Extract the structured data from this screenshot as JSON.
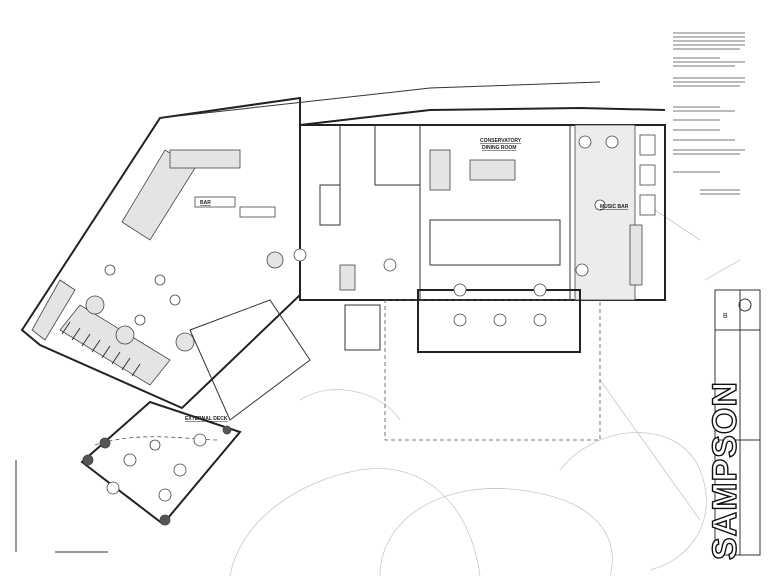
{
  "drawing": {
    "rooms": {
      "conservatory": "CONSERVATORY",
      "dining_room": "DINING ROOM",
      "external_deck": "EXTERNAL DECK",
      "bar": "BAR",
      "music_bar": "MUSIC BAR"
    },
    "title_block": {
      "brand": "SAMPSON",
      "revision": "B"
    }
  }
}
